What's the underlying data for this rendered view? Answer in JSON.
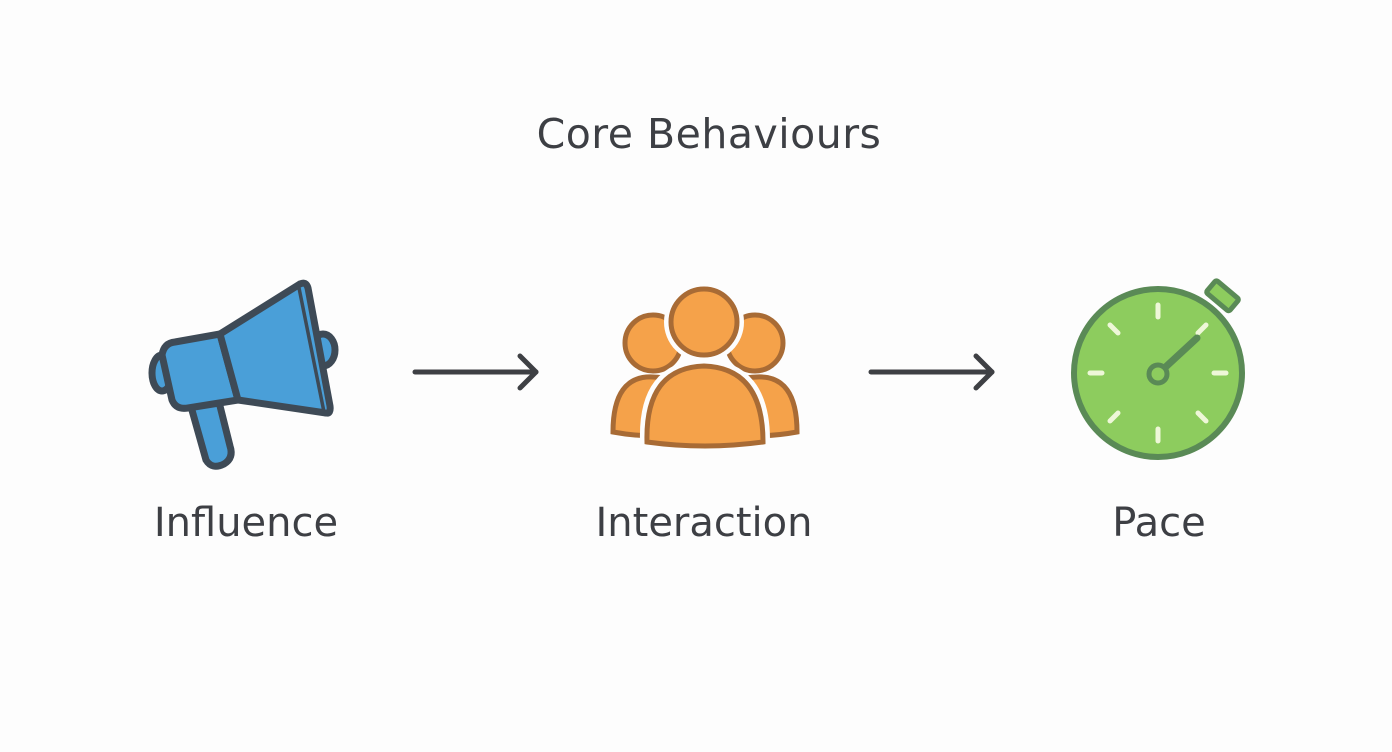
{
  "title": "Core Behaviours",
  "steps": [
    {
      "label": "Influence",
      "icon": "megaphone-icon",
      "color": "#4a9fd8"
    },
    {
      "label": "Interaction",
      "icon": "group-icon",
      "color": "#f5a24a"
    },
    {
      "label": "Pace",
      "icon": "stopwatch-icon",
      "color": "#8dcc5e"
    }
  ],
  "colors": {
    "outline": "#3e4a56",
    "text": "#3d3f44"
  }
}
